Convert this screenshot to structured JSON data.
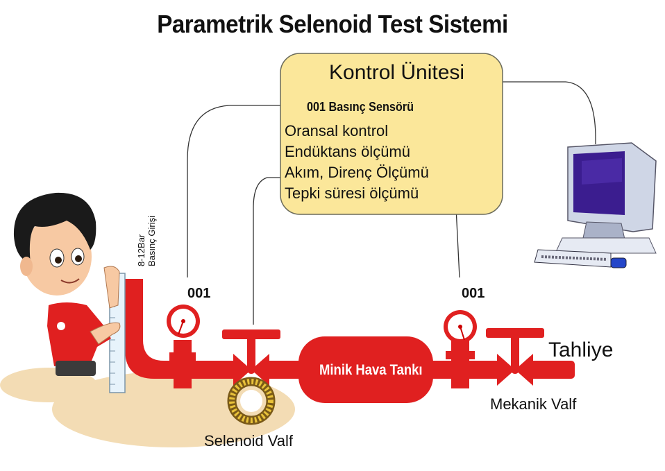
{
  "title": "Parametrik Selenoid Test Sistemi",
  "control_unit": {
    "title": "Kontrol Ünitesi",
    "sensor": "001 Basınç Sensörü",
    "features": [
      "Oransal kontrol",
      "Endüktans ölçümü",
      "Akım, Direnç Ölçümü",
      "Tepki süresi ölçümü"
    ]
  },
  "gauges": [
    "001",
    "001"
  ],
  "tank_label": "Minik Hava Tankı",
  "pressure_input": [
    "8-12Bar",
    "Basınç Girişi"
  ],
  "outlet_label": "Tahliye",
  "mechanical_valve_label": "Mekanik Valf",
  "solenoid_valve_label": "Selenoid Valf",
  "colors": {
    "pipe": "#e02020",
    "box_fill": "#fbe79a",
    "box_stroke": "#6b6b5a",
    "monitor_screen": "#3b1d8f",
    "ground": "#f3dcb4"
  },
  "icons": [
    "child-figure",
    "ruler-icon",
    "computer-icon",
    "pressure-gauge-icon",
    "valve-icon",
    "solenoid-coil-icon"
  ]
}
